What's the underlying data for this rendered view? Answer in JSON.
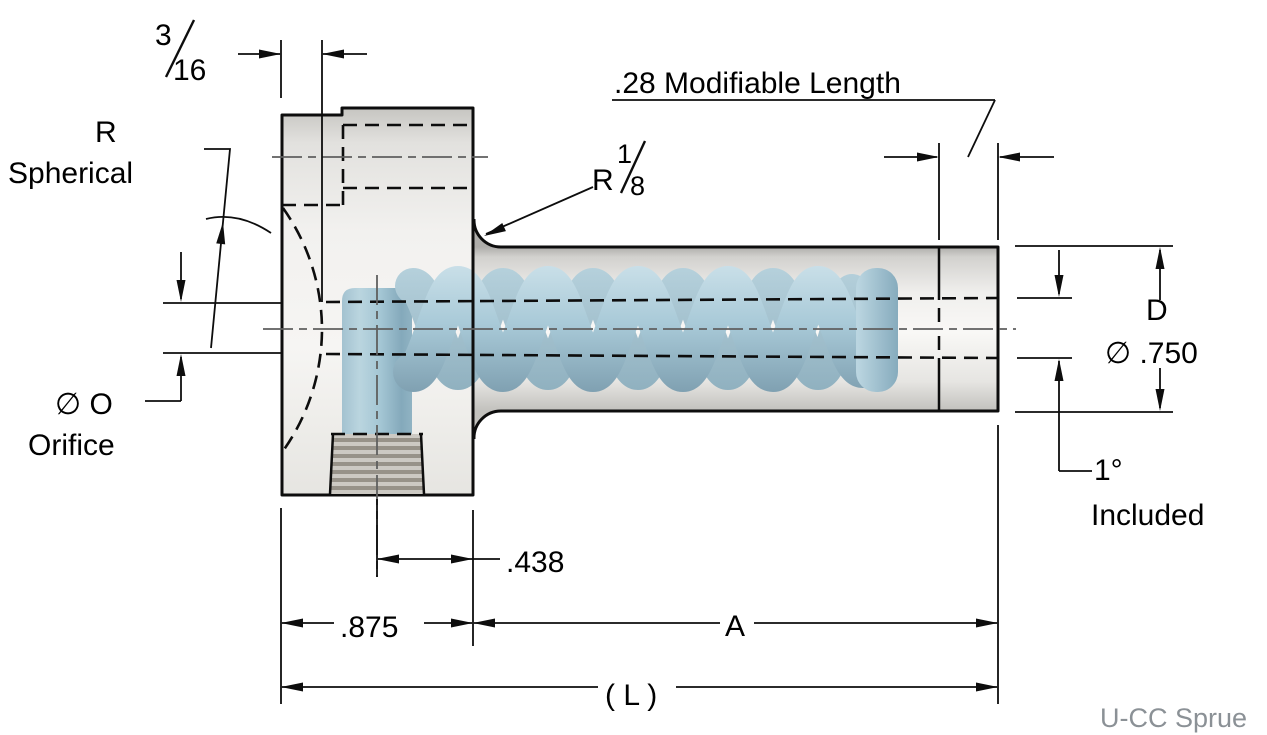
{
  "drawing": {
    "type": "engineering-dimension-drawing",
    "part": "sprue bushing with spiral insert",
    "watermark": "U-CC Sprue"
  },
  "labels": {
    "head_depth_fraction": {
      "numerator": "3",
      "denominator": "16"
    },
    "spherical_radius_line1": "R",
    "spherical_radius_line2": "Spherical",
    "modifiable_length": ".28 Modifiable Length",
    "fillet_radius_prefix": "R",
    "fillet_radius_numerator": "1",
    "fillet_radius_denominator": "8",
    "shank_dia_letter": "D",
    "shank_dia_value": "∅ .750",
    "orifice_symbol": "∅ O",
    "orifice_word": "Orifice",
    "taper_angle": "1°",
    "taper_word": "Included",
    "dim_offset": ".438",
    "dim_head_length": ".875",
    "dim_a": "A",
    "dim_overall": "( L )"
  },
  "colors": {
    "background": "#ffffff",
    "outline": "#0d0d0d",
    "centerline_gray": "#5f5f5f",
    "sprue_blue": "#a9cad8",
    "sprue_blue_highlight": "#c9dfe8",
    "sprue_blue_shadow": "#7fa0b1",
    "steel_light": "#f6f5f3",
    "steel_shadow": "#bdbcb8",
    "thread_gray": "#979289",
    "watermark_gray": "#8b9196"
  }
}
